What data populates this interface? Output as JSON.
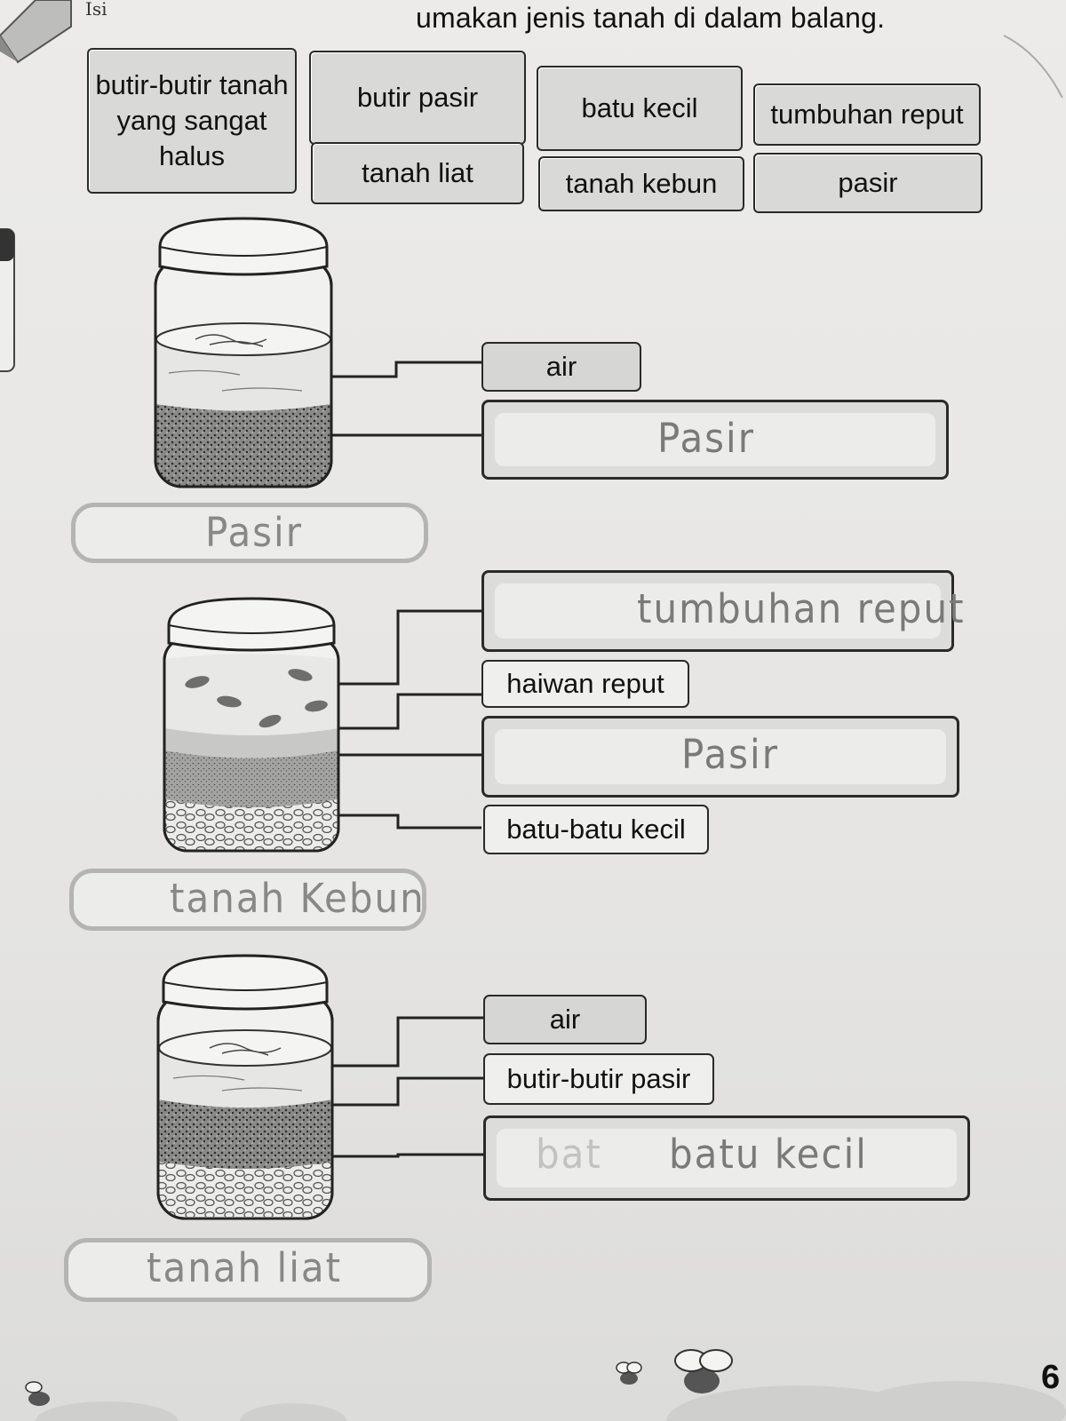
{
  "instruction": {
    "prefix": "Isi",
    "text": "umakan jenis tanah di dalam balang."
  },
  "word_bank": {
    "b1": "butir-butir tanah yang sangat halus",
    "b2": "butir pasir",
    "b3": "batu kecil",
    "b4": "tumbuhan reput",
    "b5": "tanah liat",
    "b6": "tanah kebun",
    "b7": "pasir"
  },
  "jar1": {
    "label_air": "air",
    "answer_layer": "Pasir",
    "answer_name": "Pasir"
  },
  "jar2": {
    "answer_top": "tumbuhan reput",
    "label_haiwan": "haiwan reput",
    "answer_mid": "Pasir",
    "label_batu": "batu-batu kecil",
    "answer_name": "tanah Kebun"
  },
  "jar3": {
    "label_air": "air",
    "label_butir": "butir-butir pasir",
    "answer_bottom_faded": "bat",
    "answer_bottom": "batu kecil",
    "answer_name": "tanah liat"
  },
  "page_number": "6"
}
